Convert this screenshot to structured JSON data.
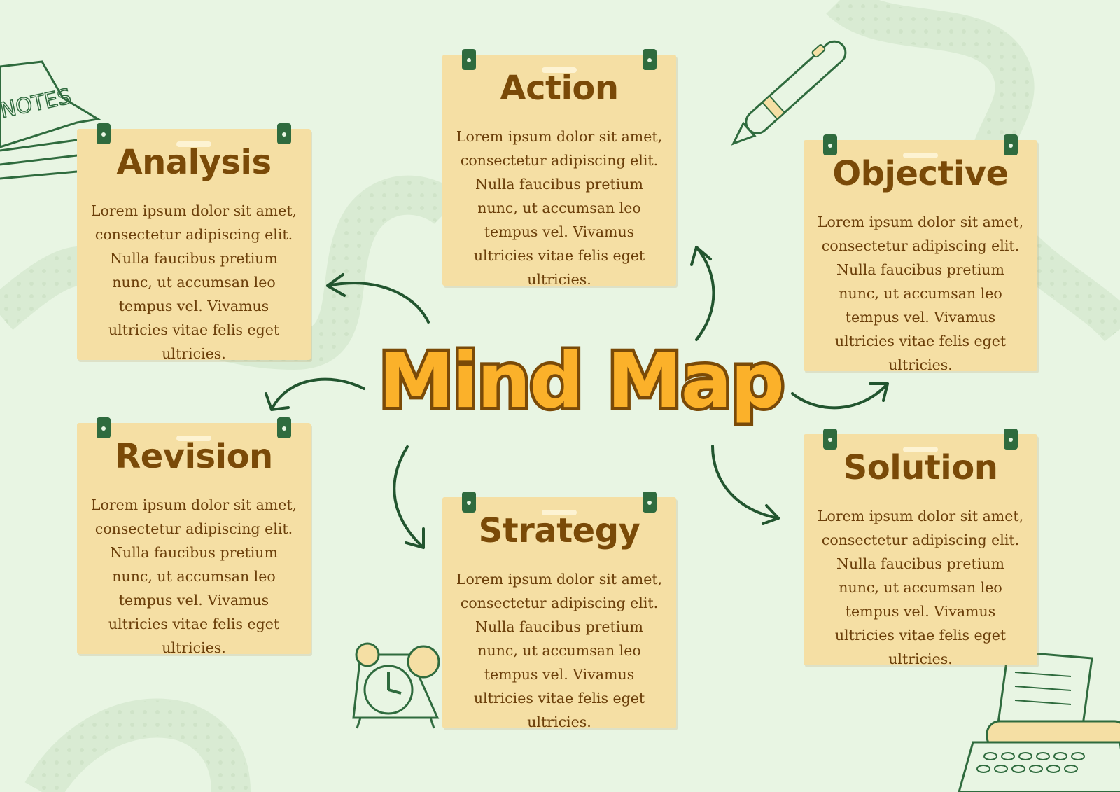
{
  "center": {
    "title": "Mind Map"
  },
  "notes": [
    {
      "title": "Action",
      "body": "Lorem ipsum dolor sit amet, consectetur adipiscing elit. Nulla faucibus pretium nunc, ut accumsan leo tempus vel. Vivamus ultricies vitae felis eget ultricies."
    },
    {
      "title": "Analysis",
      "body": "Lorem ipsum dolor sit amet, consectetur adipiscing elit. Nulla faucibus pretium nunc, ut accumsan leo tempus vel. Vivamus ultricies vitae felis eget ultricies."
    },
    {
      "title": "Objective",
      "body": "Lorem ipsum dolor sit amet, consectetur adipiscing elit. Nulla faucibus pretium nunc, ut accumsan leo tempus vel. Vivamus ultricies vitae felis eget ultricies."
    },
    {
      "title": "Revision",
      "body": "Lorem ipsum dolor sit amet, consectetur adipiscing elit. Nulla faucibus pretium nunc, ut accumsan leo tempus vel. Vivamus ultricies vitae felis eget ultricies."
    },
    {
      "title": "Strategy",
      "body": "Lorem ipsum dolor sit amet, consectetur adipiscing elit. Nulla faucibus pretium nunc, ut accumsan leo tempus vel. Vivamus ultricies vitae felis eget ultricies."
    },
    {
      "title": "Solution",
      "body": "Lorem ipsum dolor sit amet, consectetur adipiscing elit. Nulla faucibus pretium nunc, ut accumsan leo tempus vel. Vivamus ultricies vitae felis eget ultricies."
    }
  ],
  "decorations": {
    "notes_pad_text": "NOTES"
  },
  "colors": {
    "background": "#e8f5e3",
    "note": "#f5dfa4",
    "note_text": "#6b3f0a",
    "title_fill": "#fbb12a",
    "title_outline": "#7a4a08",
    "arrow": "#22552f",
    "clip": "#2f6b3e"
  }
}
